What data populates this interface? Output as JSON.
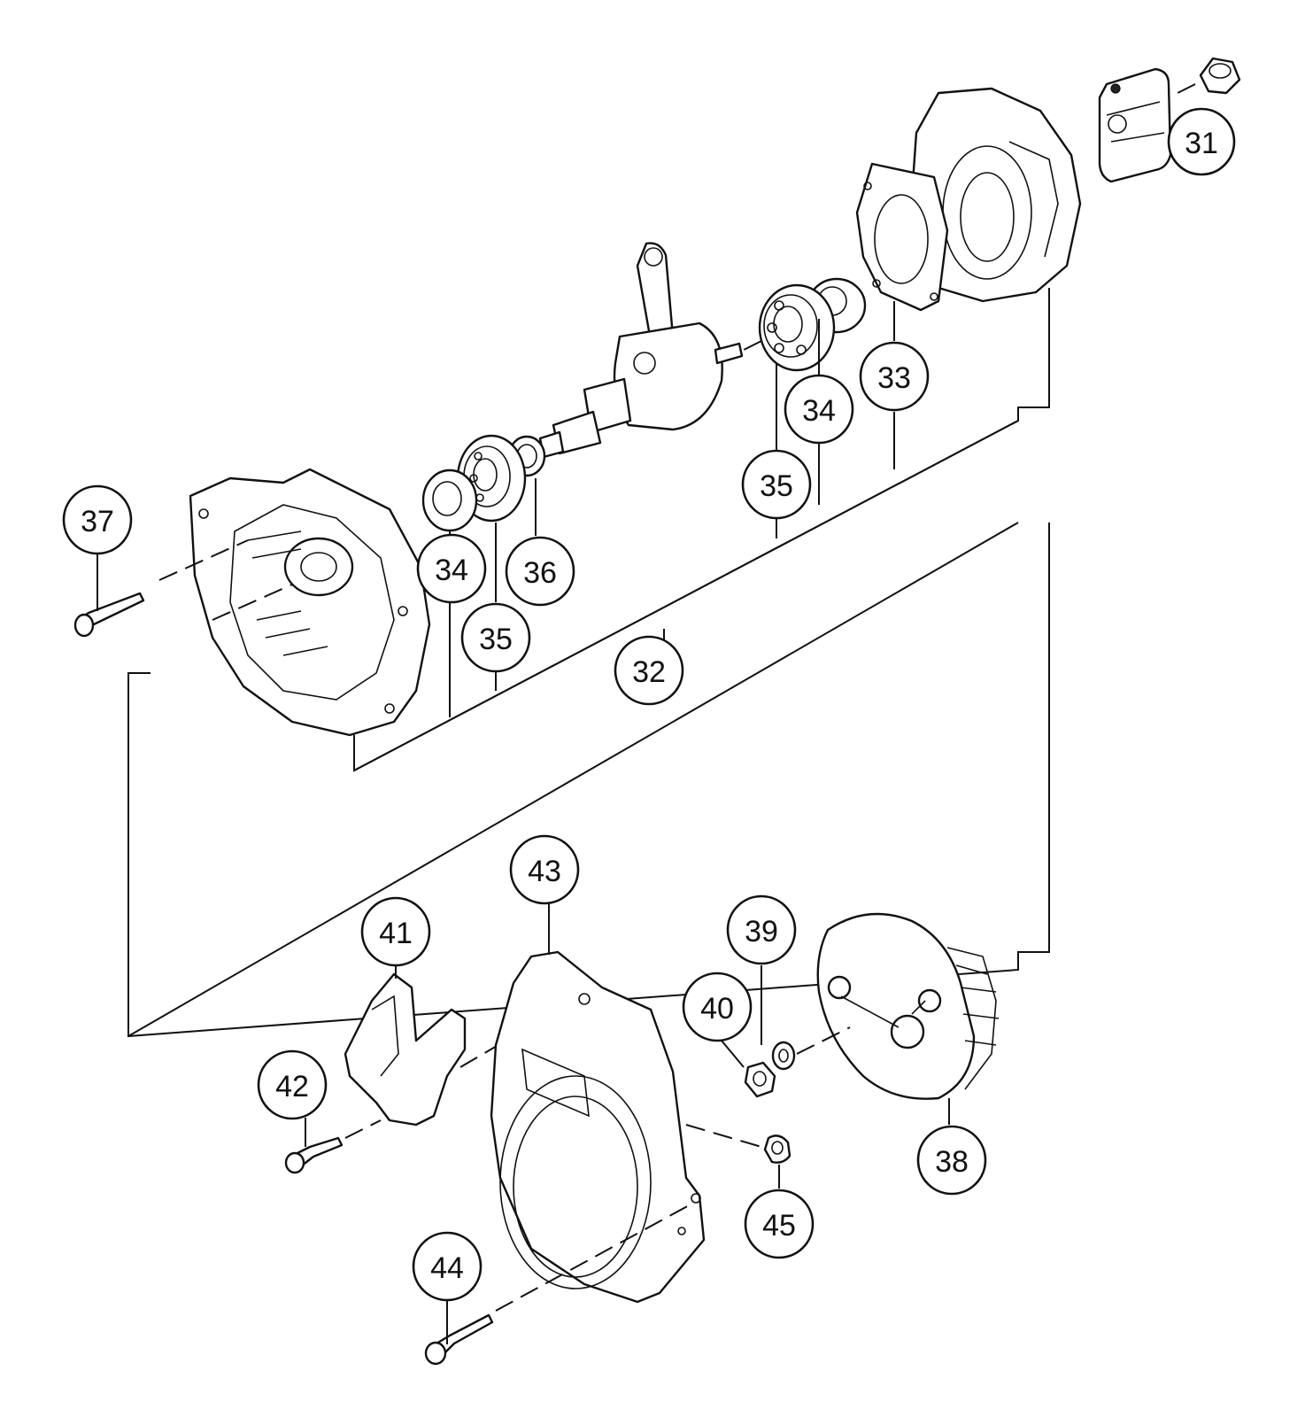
{
  "callouts": {
    "c31": "31",
    "c32": "32",
    "c33": "33",
    "c34a": "34",
    "c34b": "34",
    "c35a": "35",
    "c35b": "35",
    "c36": "36",
    "c37": "37",
    "c38": "38",
    "c39": "39",
    "c40": "40",
    "c41": "41",
    "c42": "42",
    "c43": "43",
    "c44": "44",
    "c45": "45"
  },
  "colors": {
    "line": "#111111",
    "background": "#ffffff"
  }
}
